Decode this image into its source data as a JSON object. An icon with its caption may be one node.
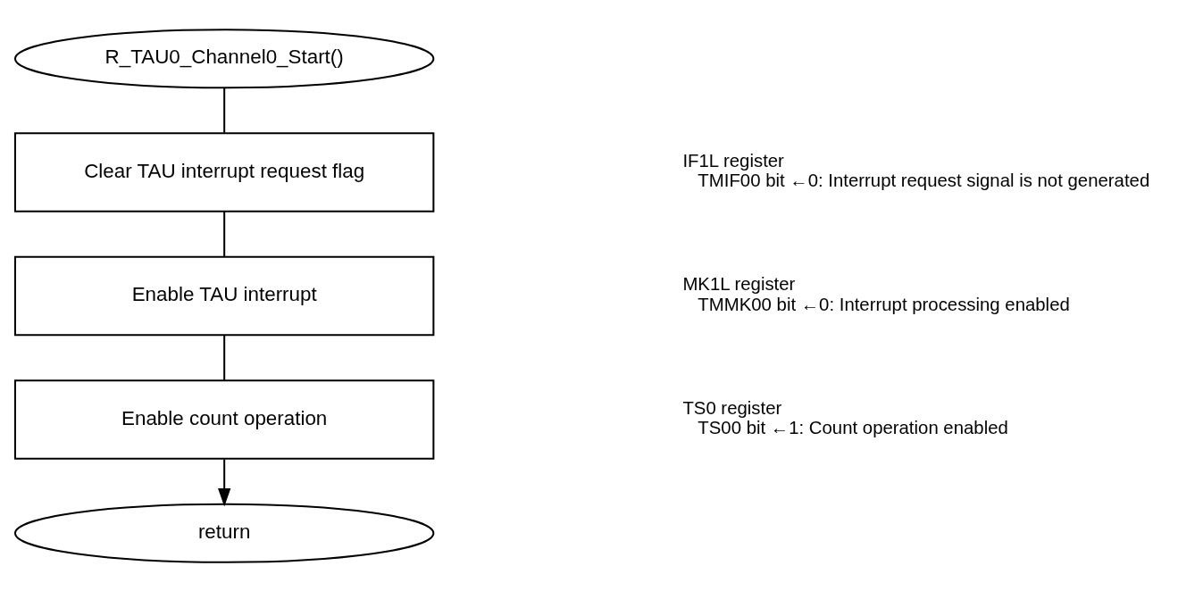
{
  "diagram": {
    "nodes": [
      {
        "text": [
          "R_TAU0_Channel0_Start()"
        ]
      },
      {
        "text": [
          "Clear TAU interrupt request flag"
        ],
        "beside": [
          "IF1L register",
          "TMIF00 bit ←0: Interrupt request signal is not generated"
        ]
      },
      {
        "text": [
          "Enable TAU interrupt"
        ],
        "beside": [
          "MK1L register",
          "TMMK00 bit ←0: Interrupt processing enabled"
        ]
      },
      {
        "text": [
          "Enable count operation"
        ],
        "beside": [
          "TS0 register",
          "TS00 bit ←1: Count operation enabled"
        ]
      },
      {
        "text": [
          "return"
        ]
      }
    ],
    "edges": [
      {
        "from": 0,
        "to": 1,
        "arrow": "none"
      },
      {
        "from": 1,
        "to": 2,
        "arrow": "none"
      },
      {
        "from": 2,
        "to": 3,
        "arrow": "none"
      },
      {
        "from": 3,
        "to": 4,
        "arrow": "to"
      }
    ]
  }
}
